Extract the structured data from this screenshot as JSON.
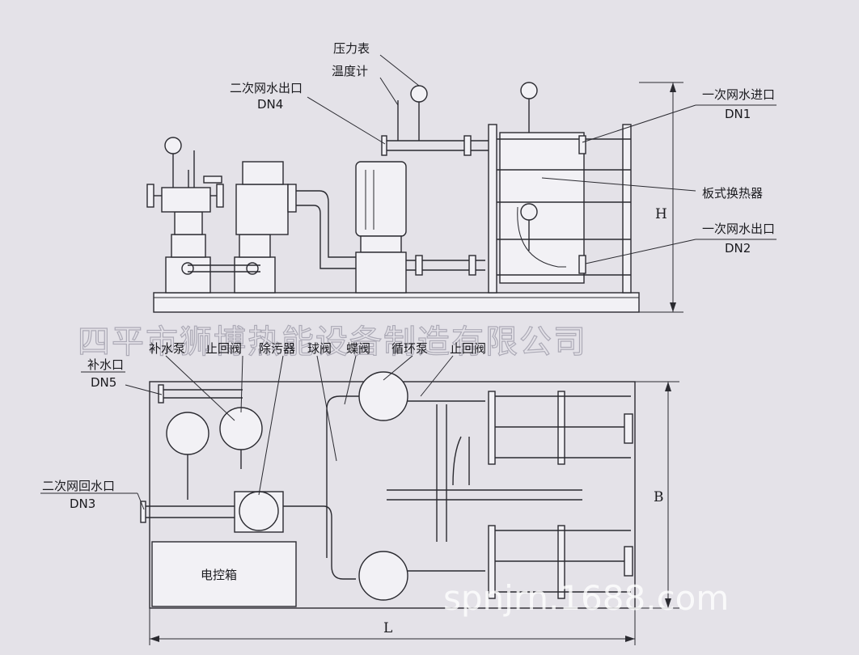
{
  "labels": {
    "pressure_gauge": "压力表",
    "thermometer": "温度计",
    "secondary_outlet": "二次网水出口",
    "secondary_outlet_dn": "DN4",
    "primary_inlet": "一次网水进口",
    "primary_inlet_dn": "DN1",
    "plate_exchanger": "板式换热器",
    "primary_outlet": "一次网水出口",
    "primary_outlet_dn": "DN2",
    "makeup_pump": "补水泵",
    "check_valve": "止回阀",
    "strainer": "除污器",
    "ball_valve": "球阀",
    "butterfly_valve": "蝶阀",
    "circulation_pump": "循环泵",
    "check_valve_2": "止回阀",
    "makeup_inlet": "补水口",
    "makeup_inlet_dn": "DN5",
    "secondary_return": "二次网回水口",
    "secondary_return_dn": "DN3",
    "control_box": "电控箱"
  },
  "dimensions": {
    "height": "H",
    "width": "B",
    "length": "L"
  },
  "watermark": {
    "company": "四平市狮博热能设备制造有限公司",
    "site": "spnjrn.1688.com"
  }
}
